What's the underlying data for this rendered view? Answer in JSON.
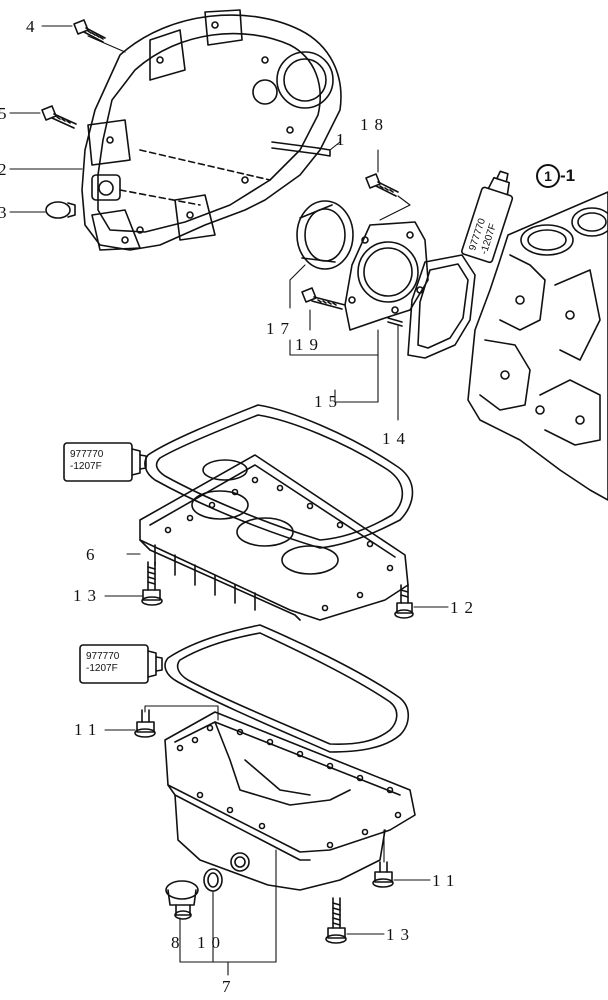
{
  "callouts": {
    "c4": "4",
    "c5": "5",
    "c2": "2",
    "c3": "3",
    "c1": "1",
    "c18": "18",
    "c17": "17",
    "c19": "19",
    "c15": "15",
    "c14": "14",
    "c6": "6",
    "c13a": "13",
    "c12": "12",
    "c11a": "11",
    "c11b": "11",
    "c13b": "13",
    "c8": "8",
    "c10": "10",
    "c7": "7"
  },
  "reference": {
    "number": "1",
    "suffix": "-1"
  },
  "sealant_tube": {
    "line1": "977770",
    "line2": "-1207F",
    "rotated_line1": "977770",
    "rotated_line2": "-1207F"
  },
  "colors": {
    "ink": "#111111",
    "background": "#ffffff"
  }
}
